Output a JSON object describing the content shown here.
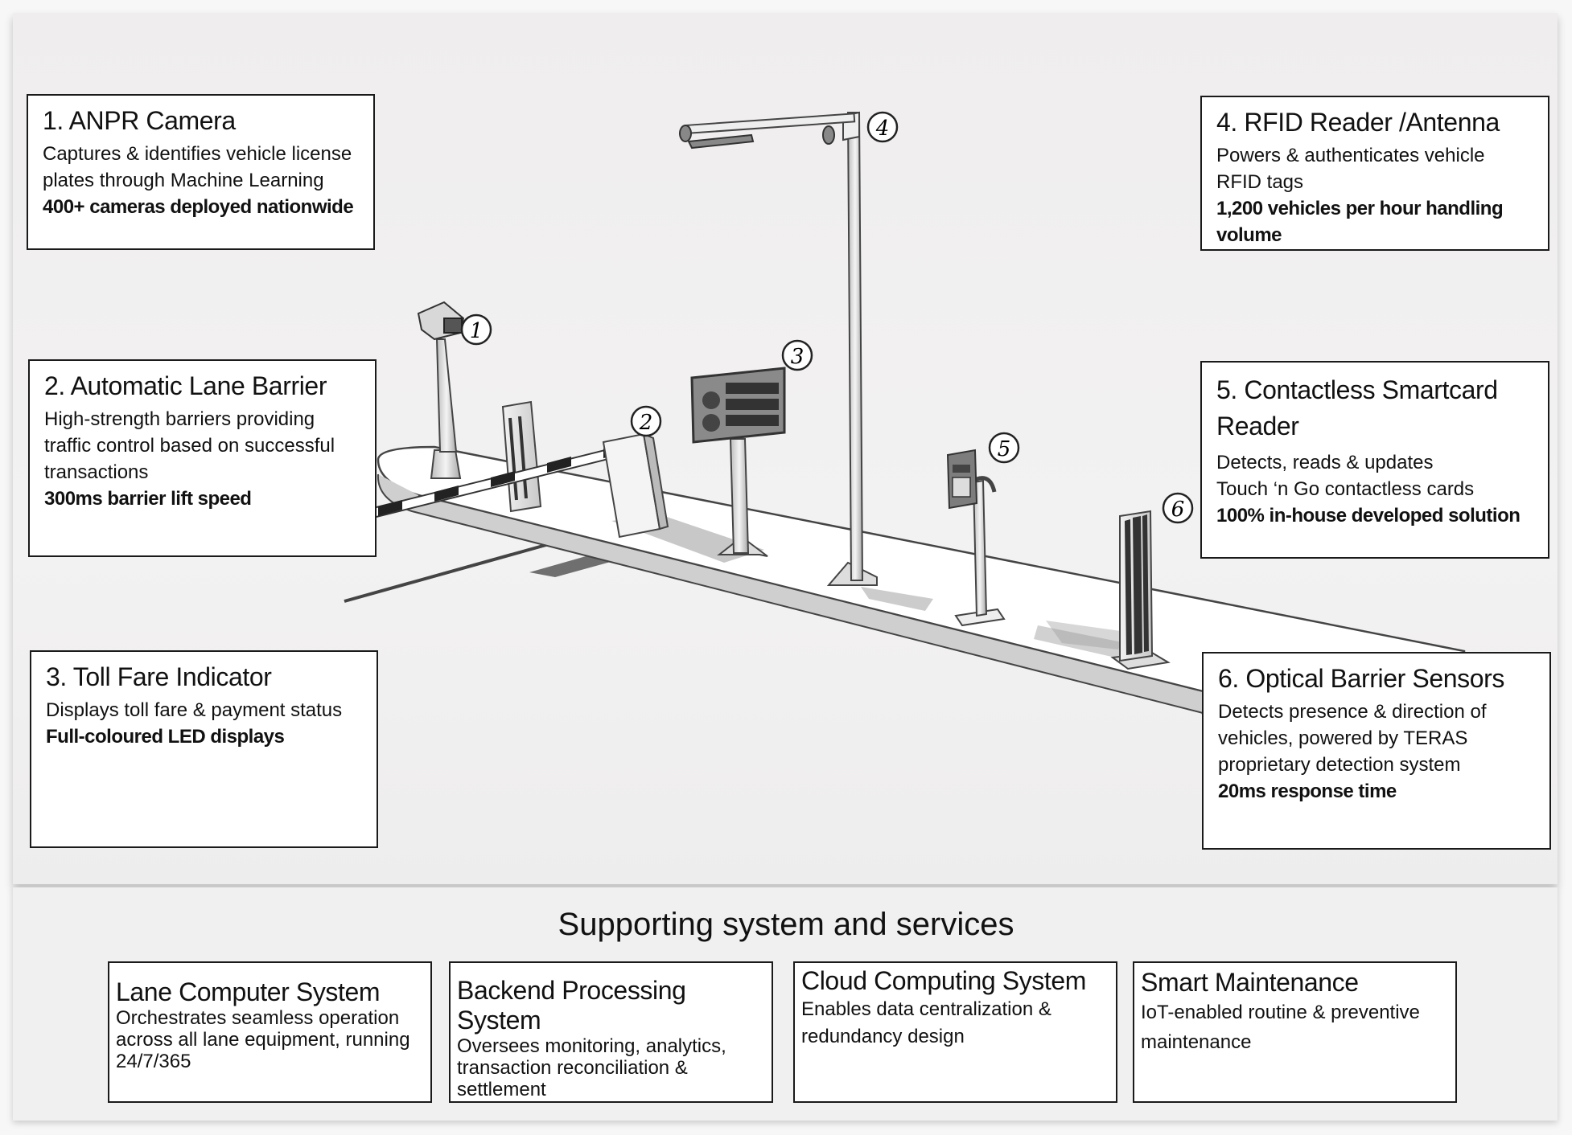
{
  "callouts": [
    {
      "title": "1. ANPR Camera",
      "lines": [
        "Captures & identifies vehicle license plates through Machine Learning"
      ],
      "metric": "400+ cameras deployed nationwide"
    },
    {
      "title": "2. Automatic Lane Barrier",
      "lines": [
        "High-strength barriers providing traffic control based on successful transactions"
      ],
      "metric": "300ms barrier lift speed"
    },
    {
      "title": "3. Toll Fare Indicator",
      "lines": [
        "Displays toll fare & payment status"
      ],
      "metric": "Full-coloured LED displays"
    },
    {
      "title": "4. RFID Reader /Antenna",
      "lines": [
        "Powers & authenticates vehicle RFID tags"
      ],
      "metric": "1,200 vehicles per hour handling volume"
    },
    {
      "title": "5. Contactless Smartcard Reader",
      "lines": [
        "Detects, reads & updates",
        "Touch ‘n Go contactless cards"
      ],
      "metric": "100% in-house developed solution"
    },
    {
      "title": "6. Optical Barrier Sensors",
      "lines": [
        "Detects presence & direction of vehicles, powered by TERAS proprietary detection system"
      ],
      "metric": "20ms response time"
    }
  ],
  "markers": [
    "1",
    "2",
    "3",
    "4",
    "5",
    "6"
  ],
  "supporting": {
    "title": "Supporting system and services",
    "items": [
      {
        "title": "Lane Computer System",
        "desc": "Orchestrates seamless operation across all lane equipment, running 24/7/365"
      },
      {
        "title": "Backend Processing System",
        "desc": "Oversees monitoring, analytics, transaction reconciliation & settlement"
      },
      {
        "title": "Cloud Computing System",
        "desc": "Enables data centralization & redundancy design"
      },
      {
        "title": "Smart Maintenance",
        "desc": "IoT-enabled routine & preventive maintenance"
      }
    ]
  }
}
